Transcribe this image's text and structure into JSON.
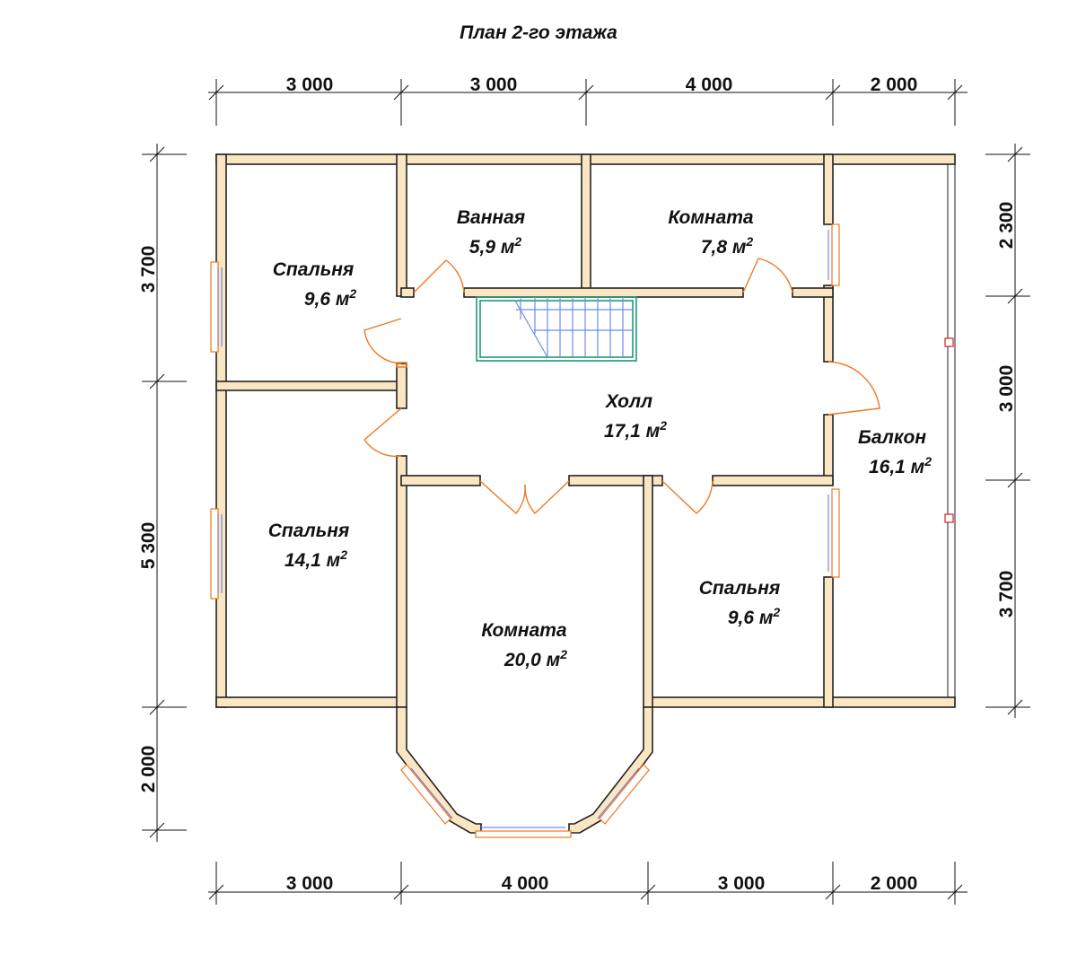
{
  "title": "План 2-го этажа",
  "dimensions": {
    "top": [
      "3 000",
      "3 000",
      "4 000",
      "2 000"
    ],
    "bottom": [
      "3 000",
      "4 000",
      "3 000",
      "2 000"
    ],
    "left": [
      "3 700",
      "5 300",
      "2 000"
    ],
    "right": [
      "2 300",
      "3 000",
      "3 700"
    ]
  },
  "rooms": [
    {
      "name": "Спальня",
      "area": "9,6 м",
      "sup": "2"
    },
    {
      "name": "Ванная",
      "area": "5,9 м",
      "sup": "2"
    },
    {
      "name": "Комната",
      "area": "7,8 м",
      "sup": "2"
    },
    {
      "name": "Холл",
      "area": "17,1 м",
      "sup": "2"
    },
    {
      "name": "Балкон",
      "area": "16,1 м",
      "sup": "2"
    },
    {
      "name": "Спальня",
      "area": "14,1 м",
      "sup": "2"
    },
    {
      "name": "Комната",
      "area": "20,0 м",
      "sup": "2"
    },
    {
      "name": "Спальня",
      "area": "9,6 м",
      "sup": "2"
    }
  ],
  "colors": {
    "wall_fill": "#fbe6c3",
    "door": "#f07820",
    "window_glass": "#5a6ee0",
    "stair": "#6b8de8",
    "stair_frame": "#1c9a7a",
    "balcony_post": "#d02020"
  }
}
